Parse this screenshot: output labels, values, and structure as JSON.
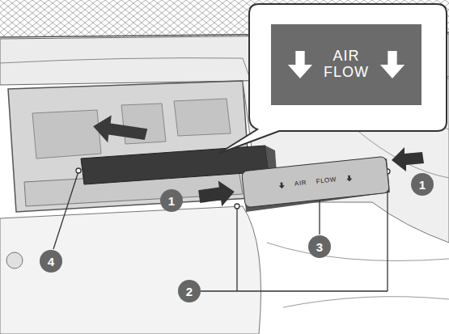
{
  "diagram": {
    "nodes": [
      {
        "text": [
          "AIR FLOW"
        ]
      },
      {
        "text": [
          "AIR",
          "FLOW"
        ]
      }
    ],
    "labels": [
      "1",
      "1",
      "2",
      "3",
      "4"
    ]
  }
}
